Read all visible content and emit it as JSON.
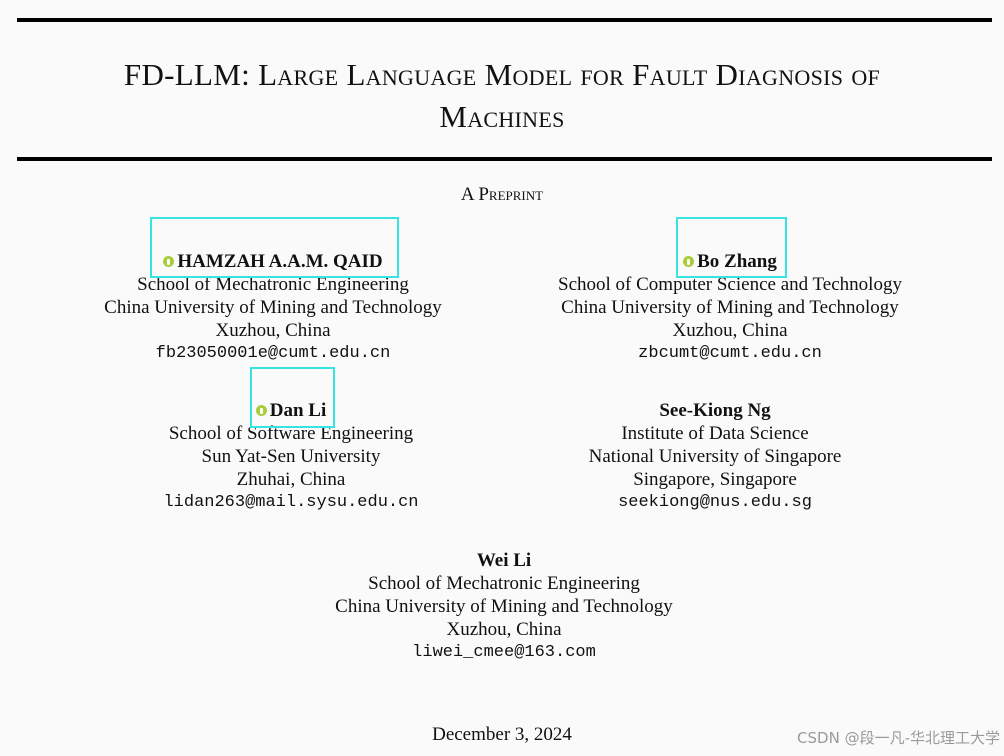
{
  "paper": {
    "title_line1": "FD-LLM: Large Language Model for Fault Diagnosis of",
    "title_line2": "Machines",
    "label": "A Preprint",
    "date": "December 3, 2024"
  },
  "authors": [
    {
      "name": "HAMZAH A.A.M. QAID",
      "orcid": true,
      "affiliation": "School of Mechatronic Engineering",
      "institution": "China University of Mining and Technology",
      "location": "Xuzhou, China",
      "email": "fb23050001e@cumt.edu.cn"
    },
    {
      "name": "Bo Zhang",
      "orcid": true,
      "affiliation": "School of Computer Science and Technology",
      "institution": "China University of Mining and Technology",
      "location": "Xuzhou, China",
      "email": "zbcumt@cumt.edu.cn"
    },
    {
      "name": "Dan Li",
      "orcid": true,
      "affiliation": "School of Software Engineering",
      "institution": "Sun Yat-Sen University",
      "location": "Zhuhai, China",
      "email": "lidan263@mail.sysu.edu.cn"
    },
    {
      "name": "See-Kiong Ng",
      "orcid": false,
      "affiliation": "Institute of Data Science",
      "institution": "National University of Singapore",
      "location": "Singapore, Singapore",
      "email": "seekiong@nus.edu.sg"
    },
    {
      "name": "Wei Li",
      "orcid": false,
      "affiliation": "School of Mechatronic Engineering",
      "institution": "China University of Mining and Technology",
      "location": "Xuzhou, China",
      "email": "liwei_cmee@163.com"
    }
  ],
  "watermark": "CSDN @段一凡-华北理工大学",
  "colors": {
    "orcid": "#a6ce39",
    "highlight_box": "#36e4e4",
    "rule": "#000000"
  },
  "icons": {
    "orcid": "orcid-icon"
  }
}
